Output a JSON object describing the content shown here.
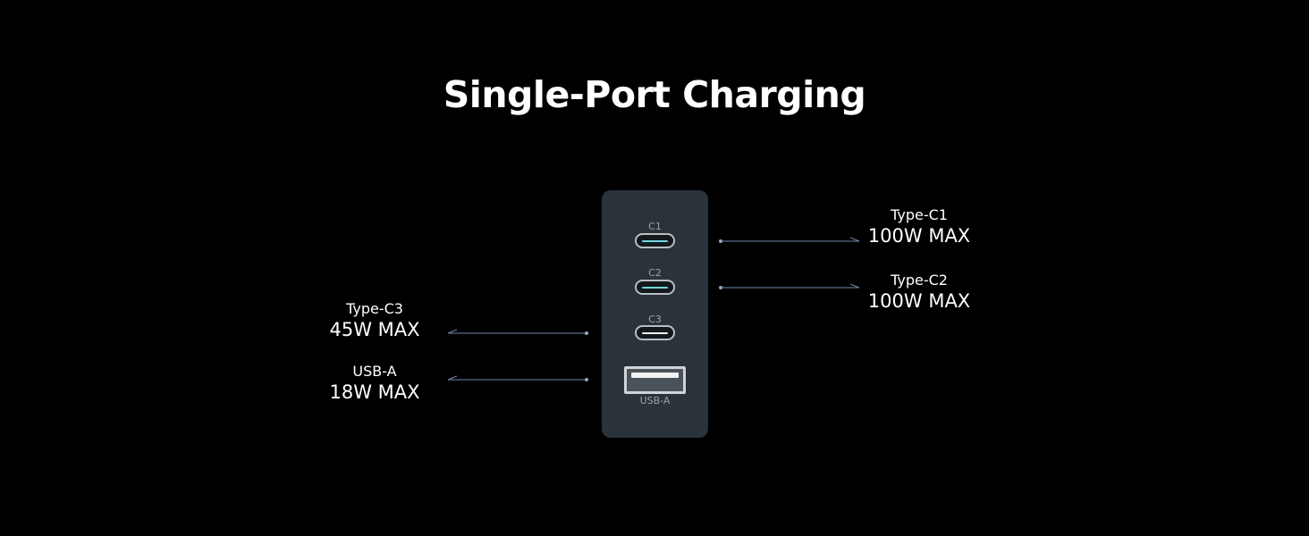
{
  "title": "Single-Port Charging",
  "charger": {
    "ports": [
      {
        "id": "c1",
        "label": "C1",
        "kind": "type-c",
        "tongue_color": "#6fd6dc"
      },
      {
        "id": "c2",
        "label": "C2",
        "kind": "type-c",
        "tongue_color": "#6fd6dc"
      },
      {
        "id": "c3",
        "label": "C3",
        "kind": "type-c",
        "tongue_color": "#eeeeee"
      },
      {
        "id": "usba",
        "label": "USB-A",
        "kind": "usb-a"
      }
    ]
  },
  "callouts": {
    "c1": {
      "name": "Type-C1",
      "power": "100W MAX"
    },
    "c2": {
      "name": "Type-C2",
      "power": "100W MAX"
    },
    "c3": {
      "name": "Type-C3",
      "power": "45W MAX"
    },
    "usba": {
      "name": "USB-A",
      "power": "18W MAX"
    }
  },
  "colors": {
    "background": "#000000",
    "charger_body": "#2a323a",
    "leader_line": "#6f87a8",
    "accent_tongue": "#6fd6dc"
  }
}
